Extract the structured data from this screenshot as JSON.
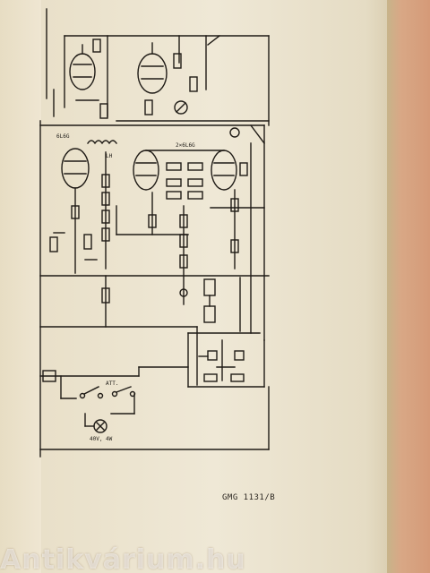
{
  "labels": {
    "tube_left": "6L6G",
    "tube_pair": "2×6L6G",
    "power_rating": "40V, 4W",
    "att": "ATT.",
    "lh": "LH"
  },
  "caption": "GMG 1131/B",
  "watermark": "Antikvárium.hu"
}
